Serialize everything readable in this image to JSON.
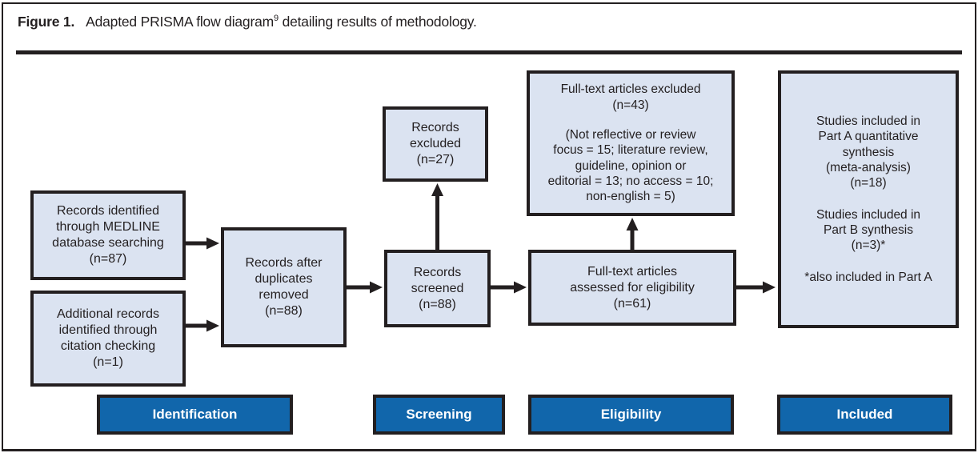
{
  "title": {
    "label": "Figure 1.",
    "pre": "Adapted PRISMA flow diagram",
    "sup": "9",
    "post": " detailing results of methodology."
  },
  "boxes": {
    "medline": "Records identified\nthrough MEDLINE\ndatabase searching\n(n=87)",
    "citation": "Additional records\nidentified through\ncitation checking\n(n=1)",
    "duplicates": "Records after\nduplicates\nremoved\n(n=88)",
    "screened": "Records\nscreened\n(n=88)",
    "excluded": "Records\nexcluded\n(n=27)",
    "fulltext_excluded_heading": "Full-text articles excluded\n(n=43)",
    "fulltext_excluded_details": "(Not reflective or review\nfocus = 15; literature review,\nguideline, opinion or\neditorial = 13; no access = 10;\nnon-english = 5)",
    "fulltext_assessed": "Full-text articles\nassessed for eligibility\n(n=61)",
    "included_part_a": "Studies included in\nPart A quantitative\nsynthesis\n(meta-analysis)\n(n=18)",
    "included_part_b": "Studies included in\nPart B synthesis\n(n=3)*",
    "included_footnote": "*also included in Part A"
  },
  "stages": {
    "identification": "Identification",
    "screening": "Screening",
    "eligibility": "Eligibility",
    "included": "Included"
  },
  "counts": {
    "medline": 87,
    "citation": 1,
    "after_duplicates": 88,
    "screened": 88,
    "records_excluded": 27,
    "fulltext_assessed": 61,
    "fulltext_excluded": 43,
    "not_reflective_or_review_focus": 15,
    "literature_review_guideline_opinion_editorial": 13,
    "no_access": 10,
    "non_english": 5,
    "part_a_meta_analysis": 18,
    "part_b_synthesis": 3
  },
  "colors": {
    "box_fill": "#dbe3f1",
    "banner_fill": "#1166ab",
    "line_black": "#231f20",
    "banner_text": "#ffffff"
  }
}
